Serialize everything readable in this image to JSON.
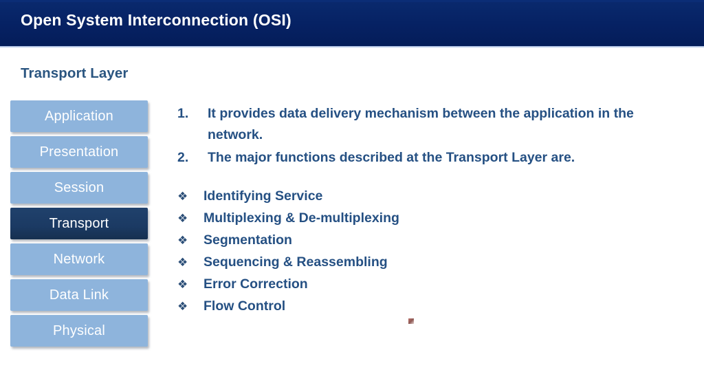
{
  "header": {
    "title": "Open System Interconnection (OSI)",
    "bar_color": "#062466",
    "title_color": "#ffffff"
  },
  "subtitle": {
    "text": "Transport Layer",
    "color": "#2a5580"
  },
  "osi_stack": {
    "active_layer": "Transport",
    "inactive_color": "#8eb4dc",
    "active_color": "#1b3a63",
    "label_color": "#ffffff",
    "layers": [
      {
        "label": "Application",
        "active": false
      },
      {
        "label": "Presentation",
        "active": false
      },
      {
        "label": "Session",
        "active": false
      },
      {
        "label": "Transport",
        "active": true
      },
      {
        "label": "Network",
        "active": false
      },
      {
        "label": "Data Link",
        "active": false
      },
      {
        "label": "Physical",
        "active": false
      }
    ]
  },
  "content": {
    "text_color": "#255083",
    "numbered_items": [
      {
        "marker": "1.",
        "text": "It provides data delivery mechanism between the application in the network."
      },
      {
        "marker": "2.",
        "text": "The major functions described at the Transport Layer are."
      }
    ],
    "bullet_glyph": "❖",
    "bullet_items": [
      {
        "text": "Identifying Service"
      },
      {
        "text": "Multiplexing  &  De-multiplexing"
      },
      {
        "text": "Segmentation"
      },
      {
        "text": "Sequencing & Reassembling"
      },
      {
        "text": "Error Correction"
      },
      {
        "text": "Flow Control"
      }
    ]
  }
}
